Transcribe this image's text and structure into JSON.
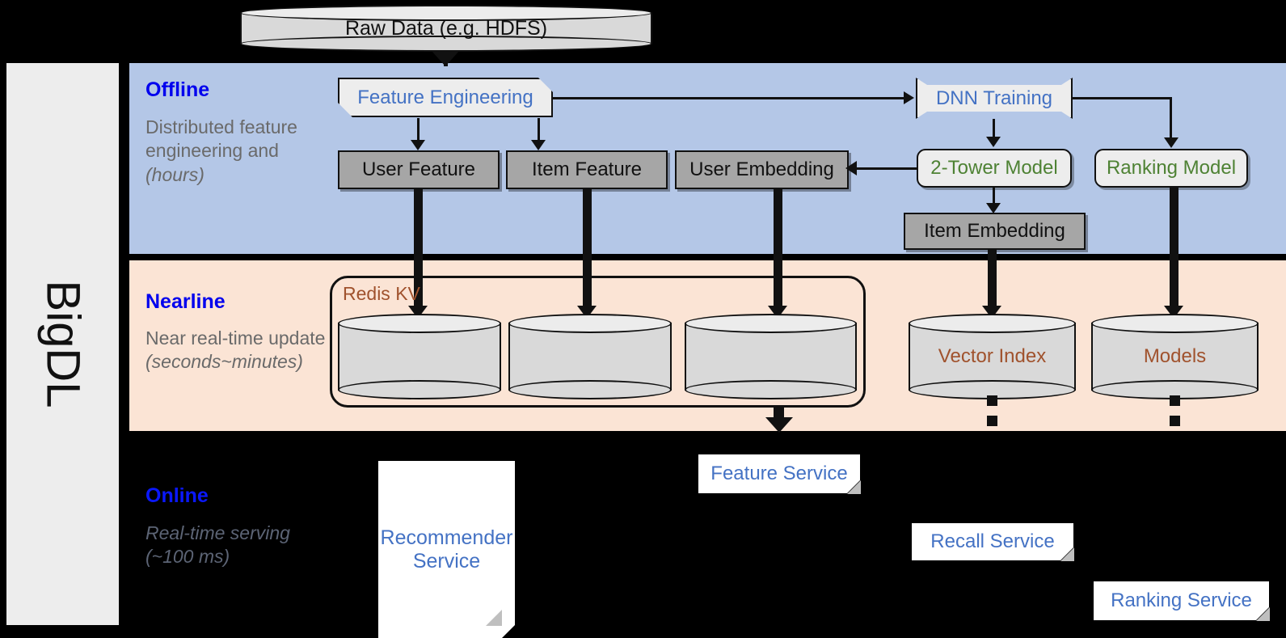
{
  "diagram": {
    "framework_label": "BigDL",
    "source": {
      "label": "Raw Data (e.g. HDFS)",
      "shape": "cylinder"
    },
    "bands": [
      {
        "id": "offline",
        "title": "Offline",
        "subtitle": "Distributed feature engineering and ",
        "subtitle_italic": "(hours)",
        "background": "#b4c7e7"
      },
      {
        "id": "nearline",
        "title": "Nearline",
        "subtitle": "Near real-time update ",
        "subtitle_italic": "(seconds~minutes)",
        "background": "#fbe4d5"
      },
      {
        "id": "online",
        "title": "Online",
        "subtitle": "Real-time serving ",
        "subtitle_italic": "(~100 ms)",
        "background": "#000000"
      }
    ],
    "offline_nodes": {
      "feature_engineering": "Feature Engineering",
      "dnn_training": "DNN Training",
      "user_feature": "User Feature",
      "item_feature": "Item Feature",
      "user_embedding": "User Embedding",
      "two_tower_model": "2-Tower Model",
      "ranking_model": "Ranking Model",
      "item_embedding": "Item Embedding"
    },
    "nearline_nodes": {
      "redis_group": "Redis KV",
      "kv_store_1": "",
      "kv_store_2": "",
      "kv_store_3": "",
      "vector_index": "Vector Index",
      "models": "Models"
    },
    "online_nodes": {
      "recommender_service": "Recommender Service",
      "feature_service": "Feature Service",
      "recall_service": "Recall Service",
      "ranking_service": "Ranking Service"
    },
    "colors": {
      "offline_band": "#b4c7e7",
      "nearline_band": "#fbe4d5",
      "online_band": "#000000",
      "band_title": "#0000ee",
      "band_subtitle": "#6a6a6a",
      "blue_text": "#4472c4",
      "green_text": "#4e8234",
      "brown_text": "#a0522d",
      "gray_fill": "#a6a6a6",
      "light_fill": "#ededed",
      "cylinder_fill": "#d9d9d9",
      "rail_fill": "#ededed",
      "stroke": "#111111"
    }
  }
}
